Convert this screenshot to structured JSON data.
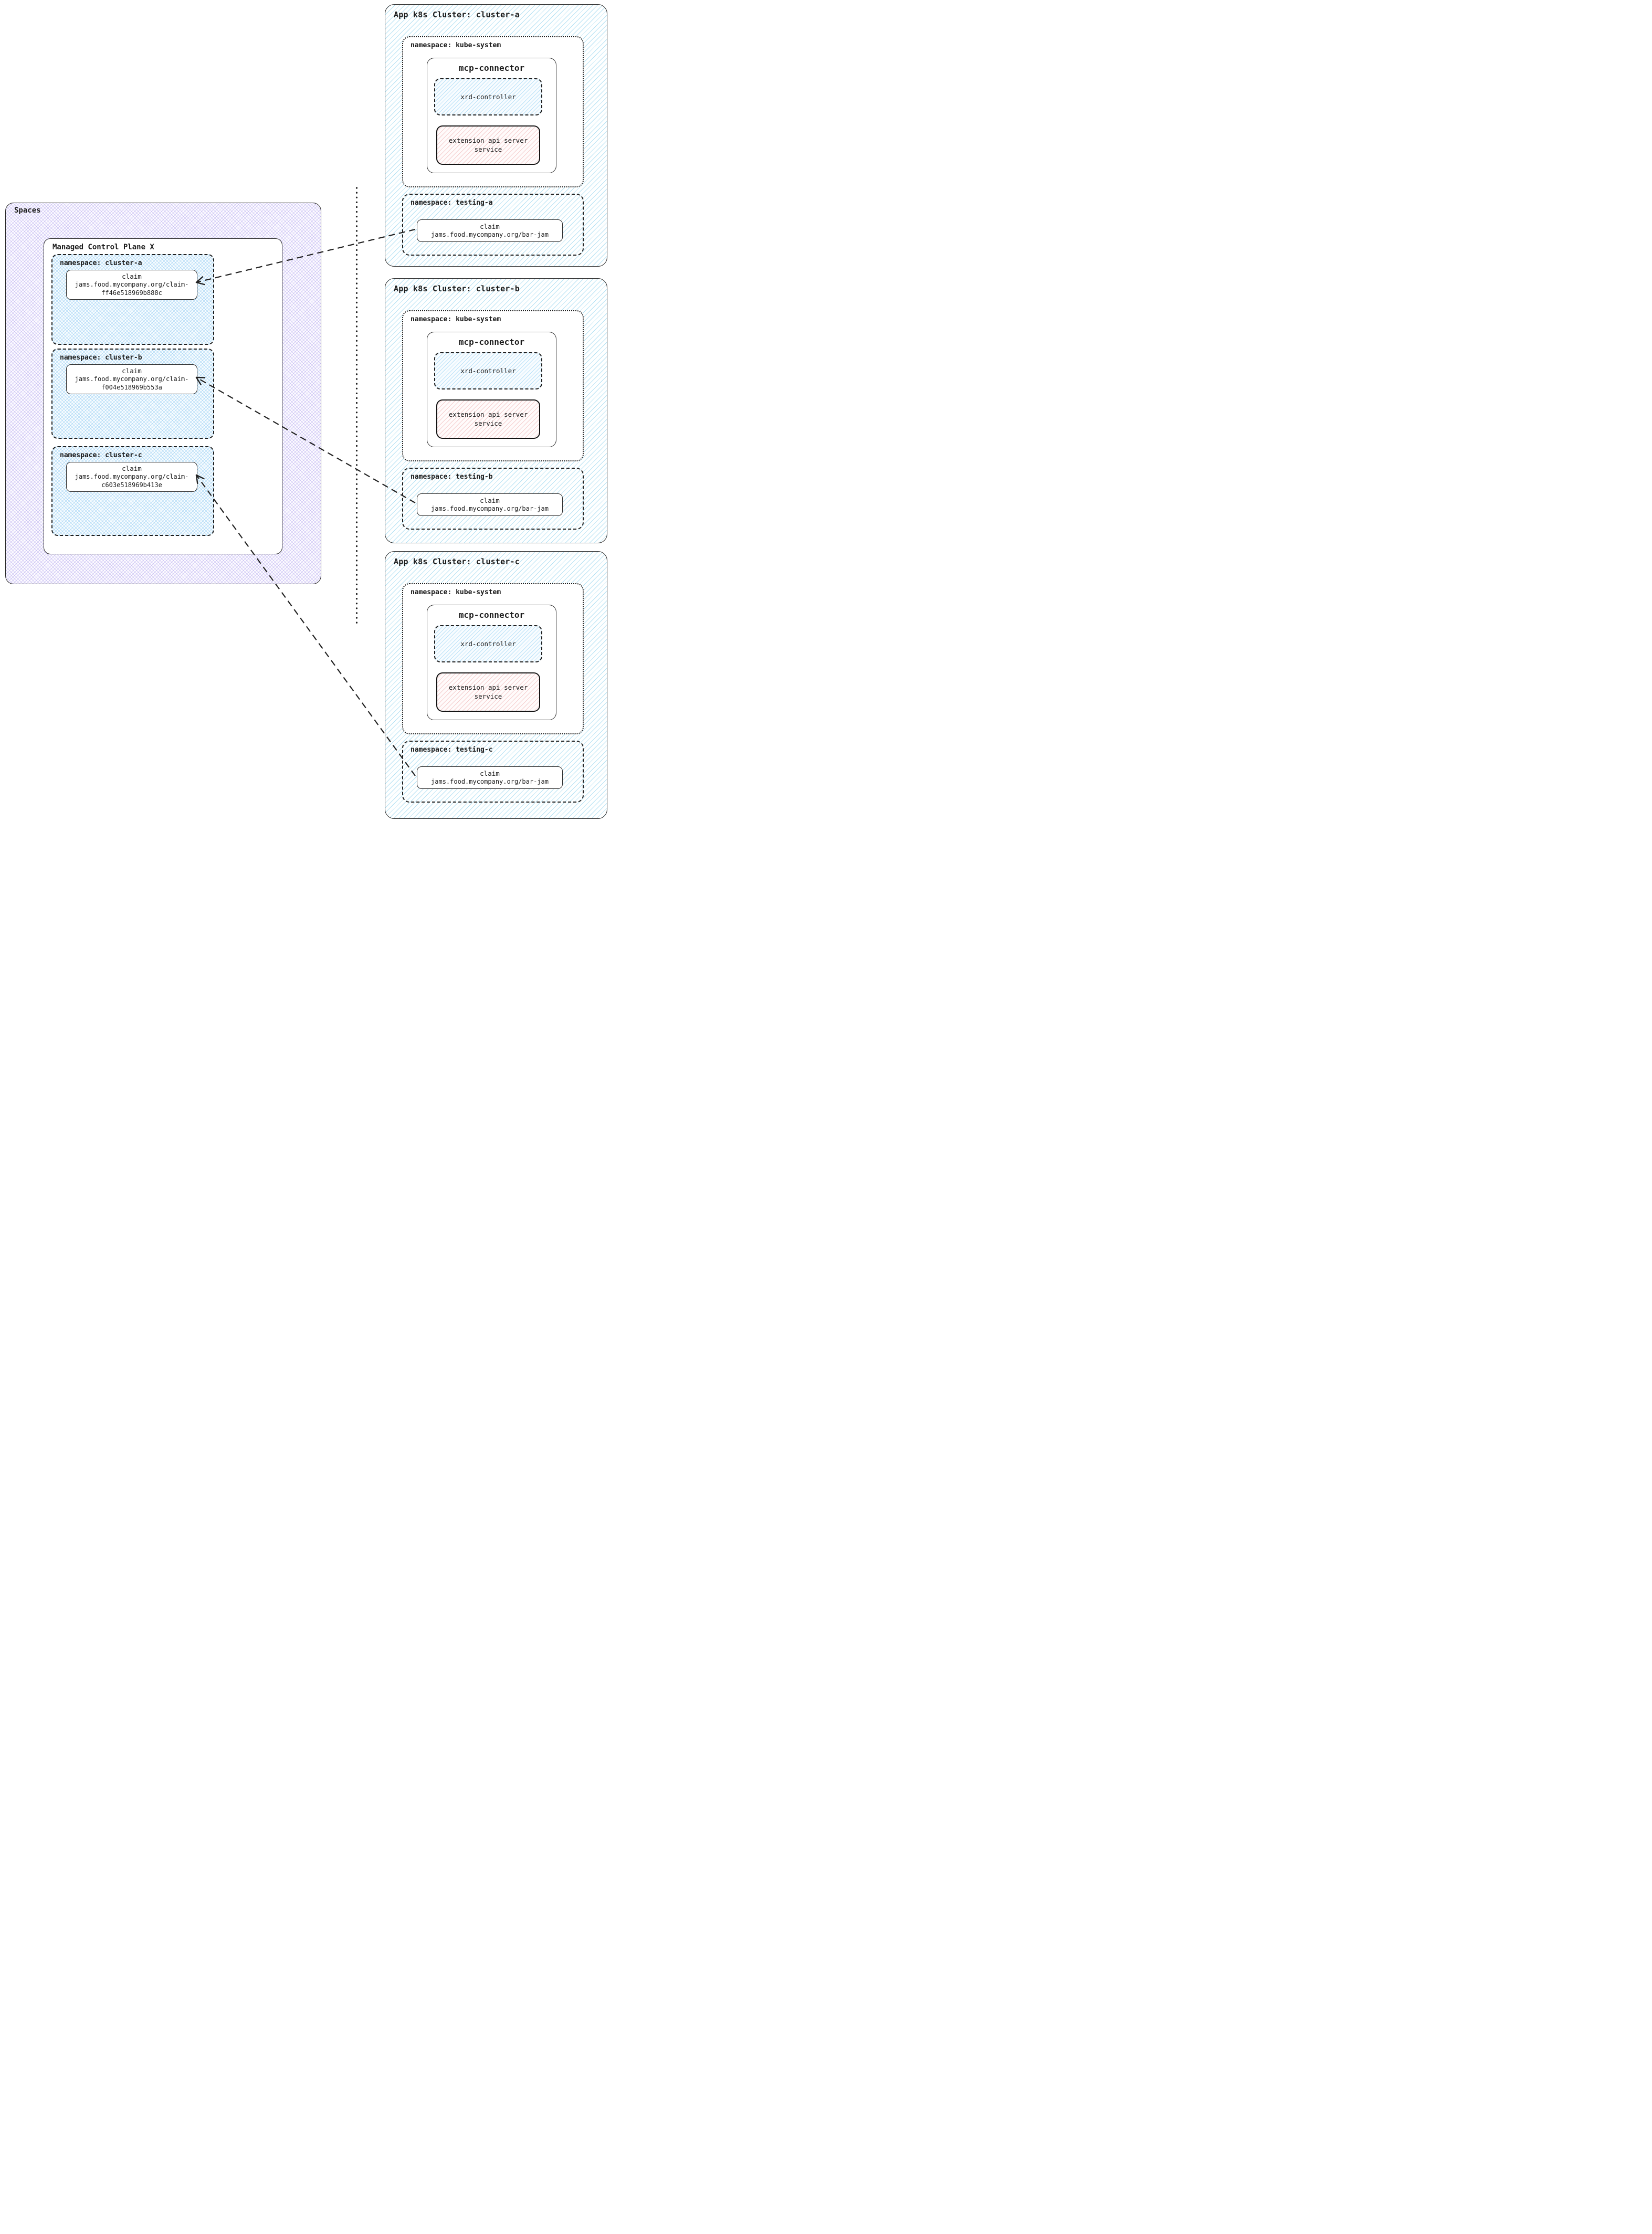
{
  "spaces": {
    "label": "Spaces",
    "control_plane": {
      "label": "Managed Control Plane X",
      "namespaces": [
        {
          "label": "namespace: cluster-a",
          "claim": {
            "title": "claim",
            "line1": "jams.food.mycompany.org/claim-",
            "line2": "ff46e518969b888c"
          }
        },
        {
          "label": "namespace: cluster-b",
          "claim": {
            "title": "claim",
            "line1": "jams.food.mycompany.org/claim-",
            "line2": "f004e518969b553a"
          }
        },
        {
          "label": "namespace: cluster-c",
          "claim": {
            "title": "claim",
            "line1": "jams.food.mycompany.org/claim-",
            "line2": "c603e518969b413e"
          }
        }
      ]
    }
  },
  "clusters": [
    {
      "title": "App k8s Cluster: cluster-a",
      "kube_system": {
        "label": "namespace: kube-system",
        "mcp_connector": {
          "title": "mcp-connector",
          "xrd_controller_label": "xrd-controller",
          "extension_api_line1": "extension api server",
          "extension_api_line2": "service"
        }
      },
      "testing": {
        "label": "namespace: testing-a",
        "claim": {
          "title": "claim",
          "value": "jams.food.mycompany.org/bar-jam"
        }
      }
    },
    {
      "title": "App k8s Cluster: cluster-b",
      "kube_system": {
        "label": "namespace: kube-system",
        "mcp_connector": {
          "title": "mcp-connector",
          "xrd_controller_label": "xrd-controller",
          "extension_api_line1": "extension api server",
          "extension_api_line2": "service"
        }
      },
      "testing": {
        "label": "namespace: testing-b",
        "claim": {
          "title": "claim",
          "value": "jams.food.mycompany.org/bar-jam"
        }
      }
    },
    {
      "title": "App k8s Cluster: cluster-c",
      "kube_system": {
        "label": "namespace: kube-system",
        "mcp_connector": {
          "title": "mcp-connector",
          "xrd_controller_label": "xrd-controller",
          "extension_api_line1": "extension api server",
          "extension_api_line2": "service"
        }
      },
      "testing": {
        "label": "namespace: testing-c",
        "claim": {
          "title": "claim",
          "value": "jams.food.mycompany.org/bar-jam"
        }
      }
    }
  ],
  "colors": {
    "cluster_hatch": "#78c8e9",
    "spaces_hatch": "#a291e9",
    "namespace_hatch": "#76beee",
    "xrd_hatch": "#7ac6f0",
    "extension_hatch": "#e89494",
    "ink": "#1f1f1f"
  }
}
